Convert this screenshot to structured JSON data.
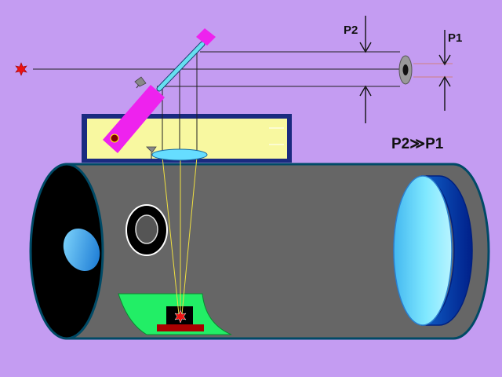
{
  "labels": {
    "p2": "P2",
    "p1": "P1",
    "relation": "P2≫P1"
  },
  "colors": {
    "background": "#c49cf2",
    "tube": "#666666",
    "tube_outline": "#004a66",
    "pointer_arm": "#ee22ee",
    "rod": "#66e0f0",
    "box_fill": "#f8f8a0",
    "box_frame": "#1a2a80",
    "lens": "#66ddff",
    "green_carriage": "#22ee66",
    "block_red": "#aa0000",
    "star": "#ee1111",
    "eyepiece_lens": "#44aaee"
  },
  "icons": {
    "star": "star-icon",
    "eye": "eye-icon",
    "lamp": "lamp-icon"
  }
}
